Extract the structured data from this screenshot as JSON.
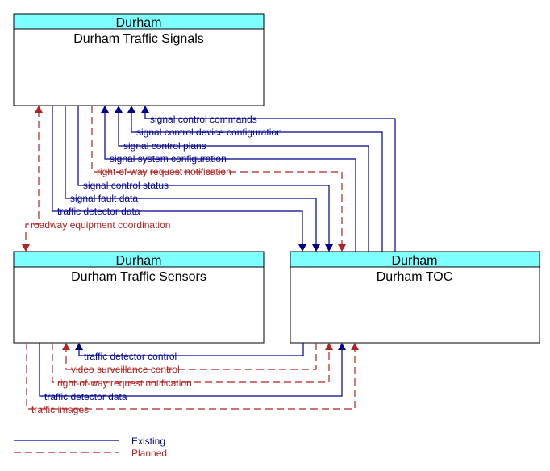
{
  "boxes": {
    "signals": {
      "org": "Durham",
      "name": "Durham Traffic Signals"
    },
    "sensors": {
      "org": "Durham",
      "name": "Durham Traffic Sensors"
    },
    "toc": {
      "org": "Durham",
      "name": "Durham TOC"
    }
  },
  "flows_signals_toc": [
    {
      "label": "signal control commands",
      "status": "existing"
    },
    {
      "label": "signal control device configuration",
      "status": "existing"
    },
    {
      "label": "signal control plans",
      "status": "existing"
    },
    {
      "label": "signal system configuration",
      "status": "existing"
    },
    {
      "label": "right-of-way request notification",
      "status": "planned"
    },
    {
      "label": "signal control status",
      "status": "existing"
    },
    {
      "label": "signal fault data",
      "status": "existing"
    },
    {
      "label": "traffic detector data",
      "status": "existing"
    }
  ],
  "flow_signals_sensors": {
    "label": "roadway equipment coordination",
    "status": "planned"
  },
  "flows_sensors_toc": [
    {
      "label": "traffic detector control",
      "status": "existing"
    },
    {
      "label": "video surveillance control",
      "status": "planned"
    },
    {
      "label": "right-of-way request notification",
      "status": "planned"
    },
    {
      "label": "traffic detector data",
      "status": "existing"
    },
    {
      "label": "traffic images",
      "status": "planned"
    }
  ],
  "legend": {
    "existing": "Existing",
    "planned": "Planned"
  },
  "colors": {
    "existing": "#00008b",
    "planned": "#b22222",
    "box_header": "#7fffff"
  }
}
